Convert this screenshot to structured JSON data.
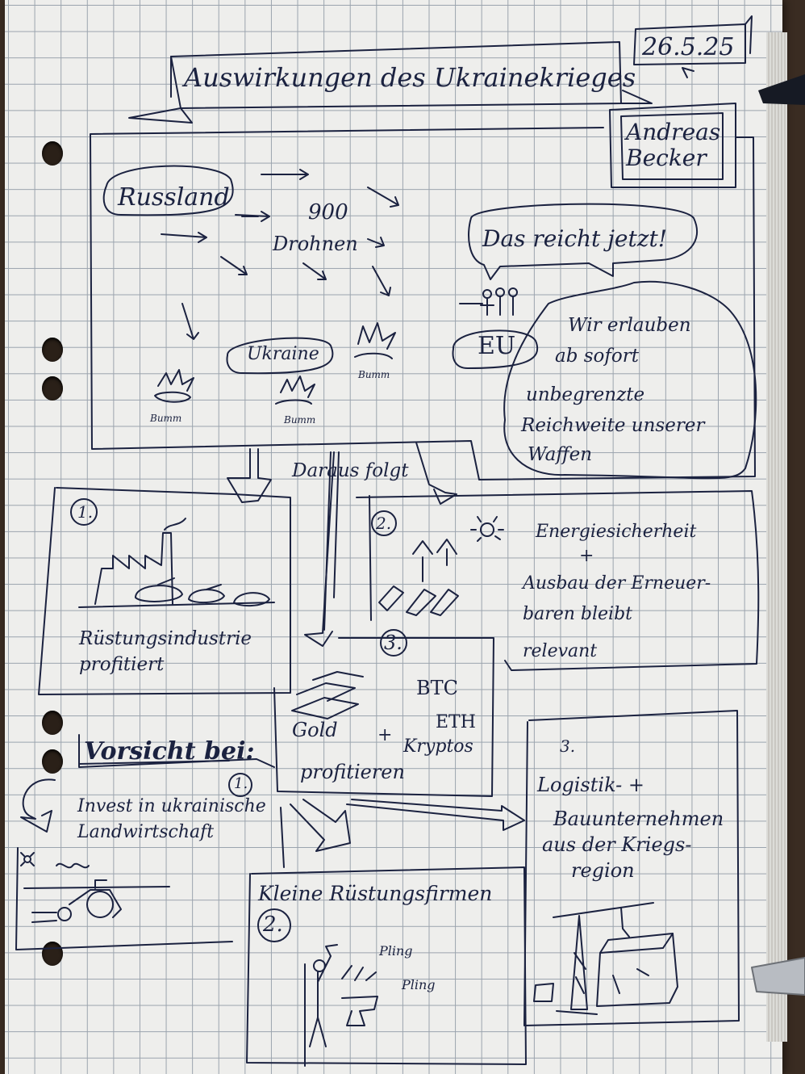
{
  "title": "Auswirkungen des Ukrainekrieges",
  "date": "26.5.25",
  "author": "Andreas Becker",
  "top": {
    "russia": "Russland",
    "drones_count": "900",
    "drones": "Drohnen",
    "ukraine": "Ukraine",
    "boom": "Bumm",
    "speech_bubble": "Das reicht jetzt!",
    "eu": "EU",
    "eu_statement_lines": [
      "Wir erlauben",
      "ab sofort",
      "unbegrenzte",
      "Reichweite unserer",
      "Waffen"
    ]
  },
  "consequence_label": "Daraus folgt",
  "box1": {
    "number": "1.",
    "lines": [
      "Rüstungsindustrie",
      "profitiert"
    ]
  },
  "box2": {
    "number": "2.",
    "lines": [
      "Energiesicherheit",
      "+",
      "Ausbau der Erneuer-",
      "baren bleibt",
      "relevant"
    ]
  },
  "box3": {
    "number": "3.",
    "items": [
      "BTC",
      "ETH",
      "Gold",
      "+",
      "Kryptos",
      "profitieren"
    ]
  },
  "warning": {
    "title": "Vorsicht bei:",
    "number": "1.",
    "lines": [
      "Invest in ukrainische",
      "Landwirtschaft"
    ]
  },
  "box4": {
    "number": "2.",
    "title": "Kleine Rüstungsfirmen",
    "sfx": [
      "Pling",
      "Pling"
    ]
  },
  "box5": {
    "number": "3.",
    "lines": [
      "Logistik- +",
      "Bauunternehmen",
      "aus der Kriegs-",
      "region"
    ]
  },
  "colors": {
    "ink": "#1b2240",
    "paper": "#eeeeec",
    "grid": "#9aa3ad",
    "background": "#3a2c22"
  }
}
